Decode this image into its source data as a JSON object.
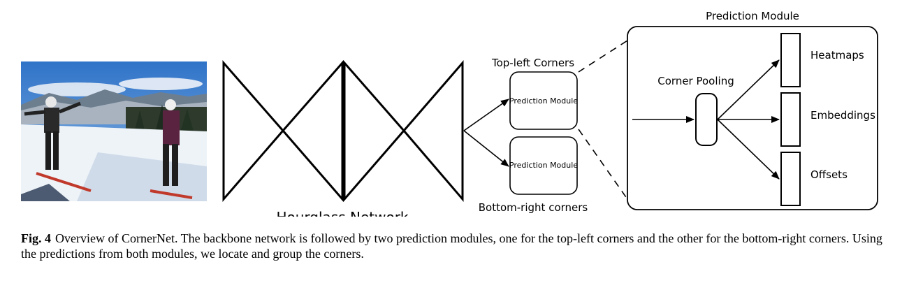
{
  "diagram": {
    "hourglass_label": "Hourglass Network",
    "top_left_label": "Top-left Corners",
    "bottom_right_label": "Bottom-right corners",
    "small_module_top_label": "Prediction Module",
    "small_module_bottom_label": "Prediction Module",
    "detail_title": "Prediction Module",
    "corner_pooling_label": "Corner Pooling",
    "outputs": {
      "heatmaps": "Heatmaps",
      "embeddings": "Embeddings",
      "offsets": "Offsets"
    }
  },
  "caption": {
    "label": "Fig. 4",
    "text": "Overview of CornerNet. The backbone network is followed by two prediction modules, one for the top-left corners and the other for the bottom-right corners. Using the predictions from both modules, we locate and group the corners."
  }
}
